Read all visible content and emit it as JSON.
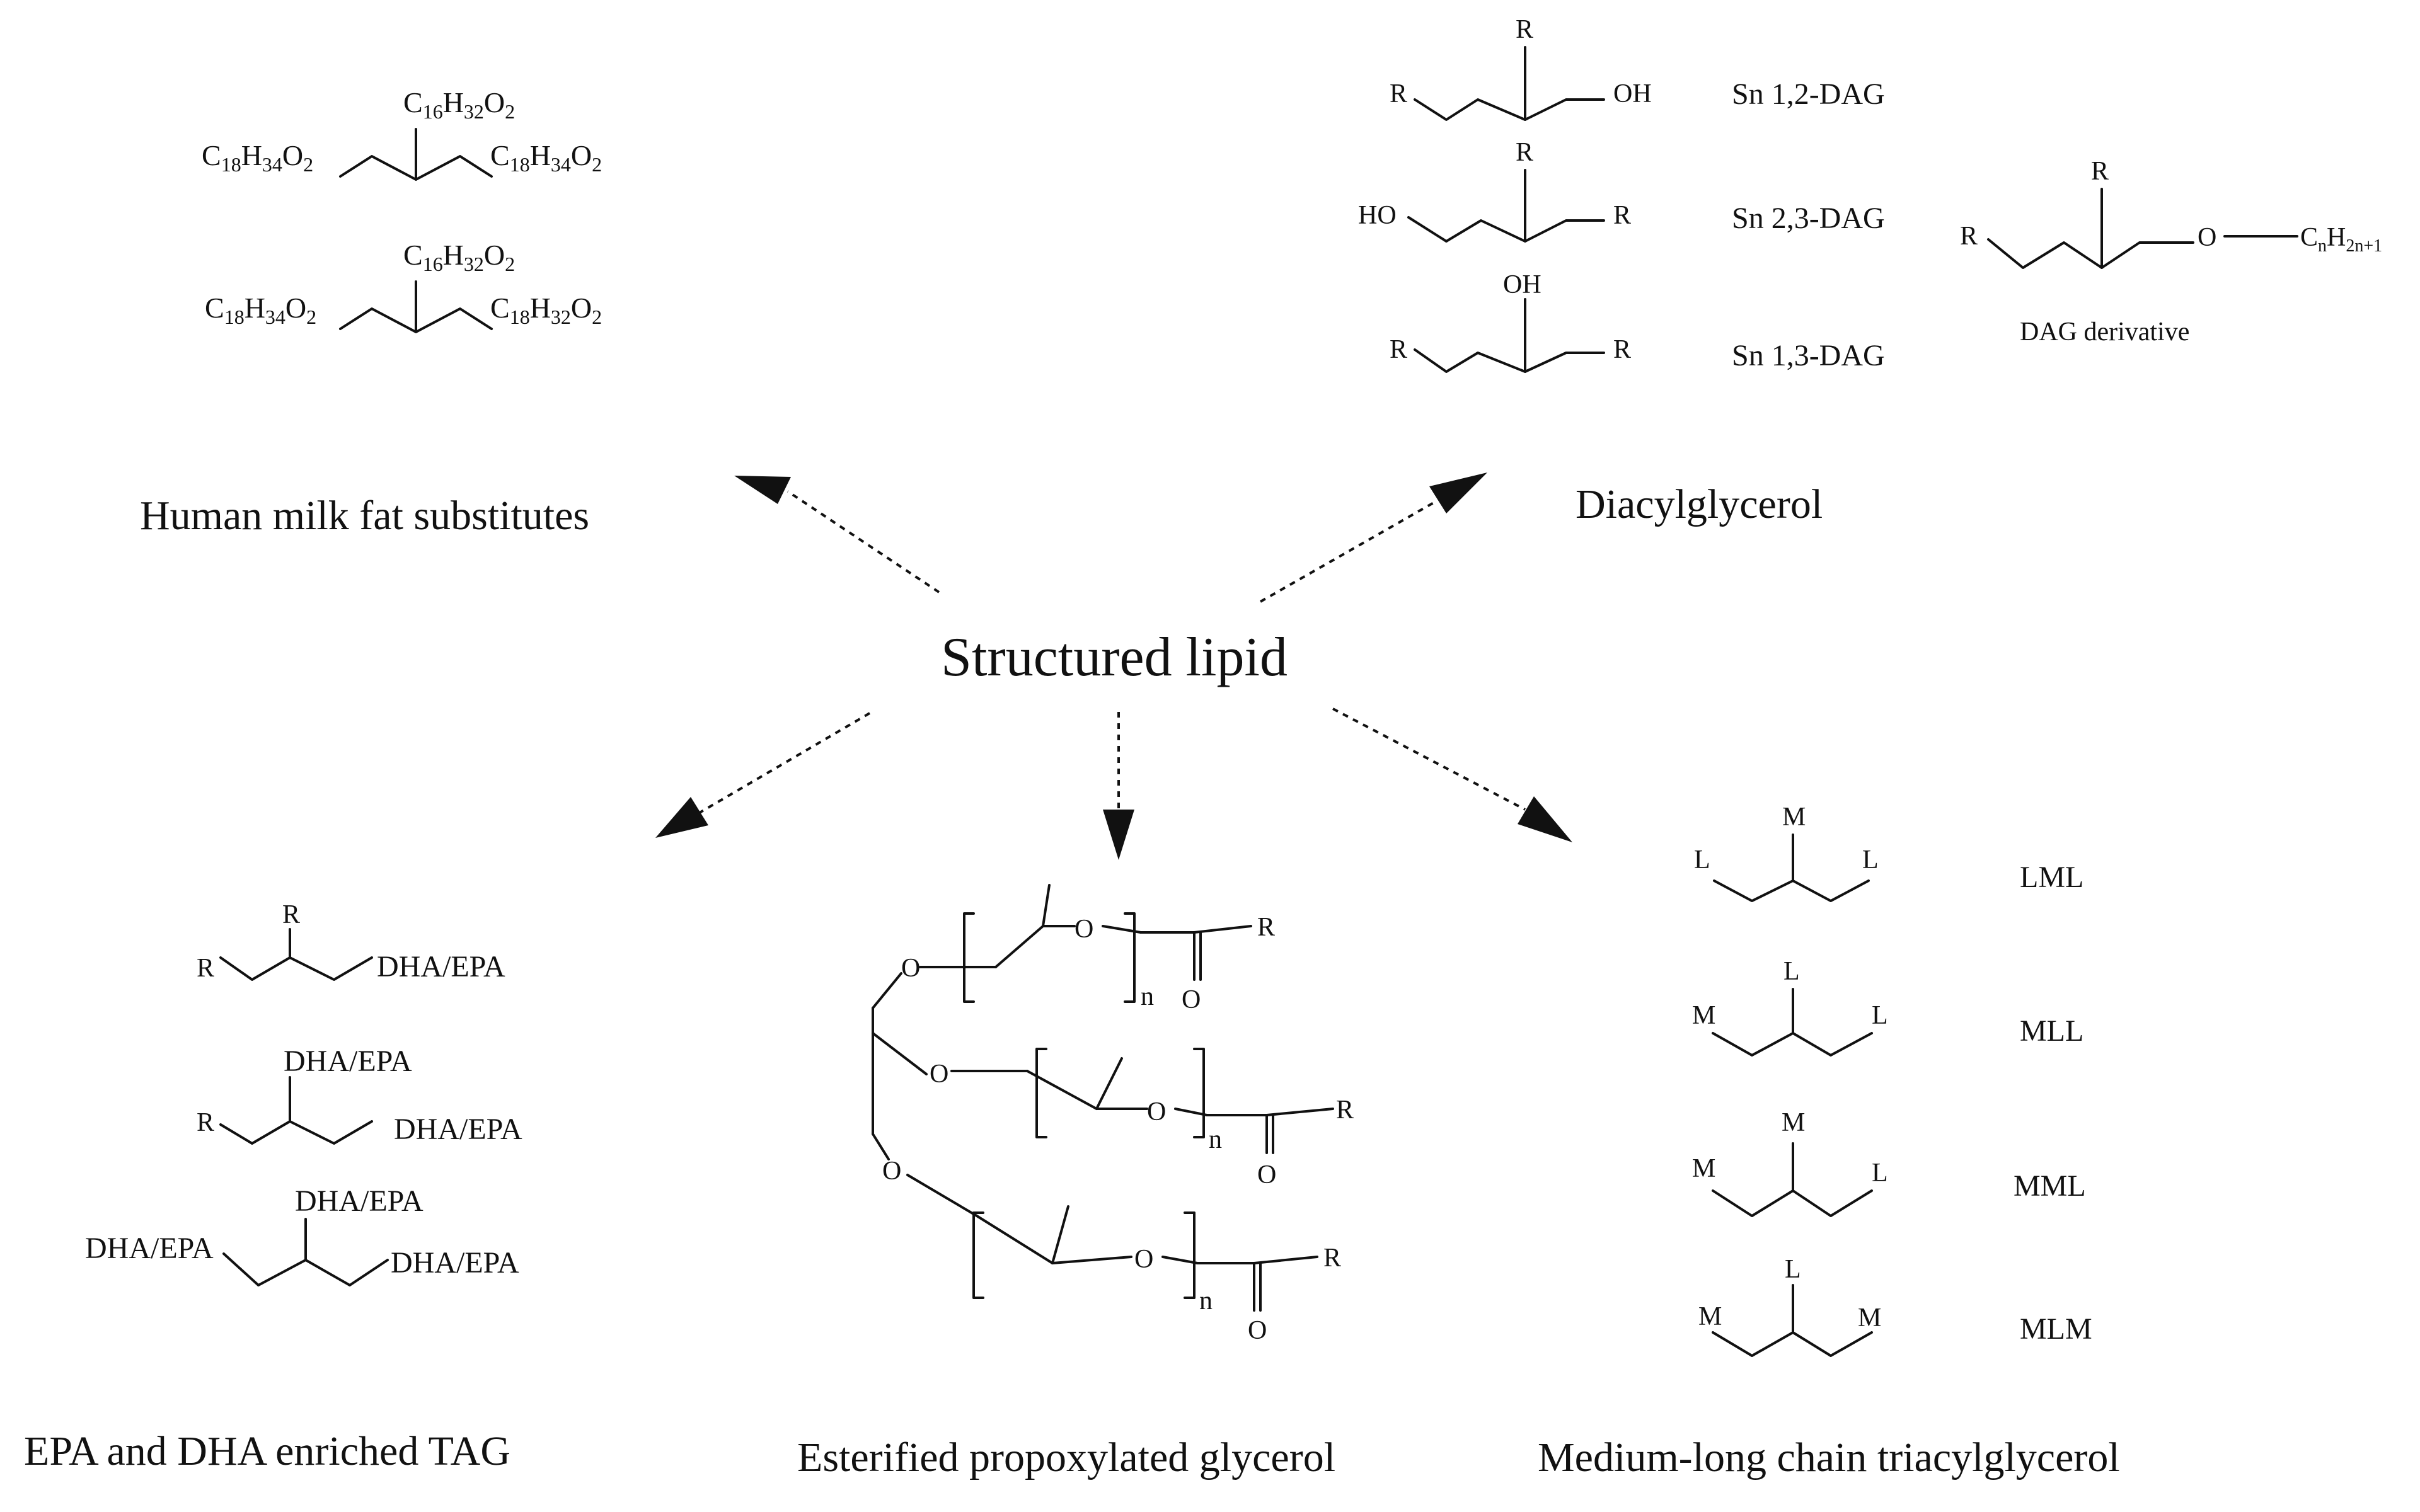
{
  "center": {
    "title": "Structured lipid"
  },
  "categories": {
    "hmfs": "Human milk fat substitutes",
    "dag": "Diacylglycerol",
    "epa_dha": "EPA and DHA enriched TAG",
    "epg": "Esterified propoxylated glycerol",
    "mlct": "Medium-long chain triacylglycerol"
  },
  "hmfs": {
    "s1": {
      "c1_main": "C",
      "c1_sub": "16",
      "c2_main": "H",
      "c2_sub": "32",
      "c3_main": "O",
      "c3_sub": "2",
      "l1_main": "C",
      "l1_sub": "18",
      "l2_main": "H",
      "l2_sub": "34",
      "l3_main": "O",
      "l3_sub": "2",
      "r1_main": "C",
      "r1_sub": "18",
      "r2_main": "H",
      "r2_sub": "34",
      "r3_main": "O",
      "r3_sub": "2"
    },
    "s2": {
      "c1_main": "C",
      "c1_sub": "16",
      "c2_main": "H",
      "c2_sub": "32",
      "c3_main": "O",
      "c3_sub": "2",
      "l1_main": "C",
      "l1_sub": "18",
      "l2_main": "H",
      "l2_sub": "34",
      "l3_main": "O",
      "l3_sub": "2",
      "r1_main": "C",
      "r1_sub": "18",
      "r2_main": "H",
      "r2_sub": "32",
      "r3_main": "O",
      "r3_sub": "2"
    }
  },
  "dag": {
    "s1": {
      "top": "R",
      "left": "R",
      "right": "OH",
      "name": "Sn 1,2-DAG"
    },
    "s2": {
      "top": "R",
      "left": "HO",
      "right": "R",
      "name": "Sn 2,3-DAG"
    },
    "s3": {
      "top": "OH",
      "left": "R",
      "right": "R",
      "name": "Sn 1,3-DAG"
    },
    "deriv": {
      "top": "R",
      "left": "R",
      "o": "O",
      "chain_main1": "C",
      "chain_sub1": "n",
      "chain_main2": "H",
      "chain_sub2": "2n+1",
      "name": "DAG derivative"
    }
  },
  "epa": {
    "s1": {
      "top": "R",
      "left": "R",
      "right": "DHA/EPA"
    },
    "s2": {
      "top": "DHA/EPA",
      "left": "R",
      "right": "DHA/EPA"
    },
    "s3": {
      "top": "DHA/EPA",
      "left": "DHA/EPA",
      "right": "DHA/EPA"
    }
  },
  "epg": {
    "o": "O",
    "n": "n",
    "r": "R"
  },
  "mlct": {
    "s1": {
      "top": "M",
      "left": "L",
      "right": "L",
      "name": "LML"
    },
    "s2": {
      "top": "L",
      "left": "M",
      "right": "L",
      "name": "MLL"
    },
    "s3": {
      "top": "M",
      "left": "M",
      "right": "L",
      "name": "MML"
    },
    "s4": {
      "top": "L",
      "left": "M",
      "right": "M",
      "name": "MLM"
    }
  }
}
